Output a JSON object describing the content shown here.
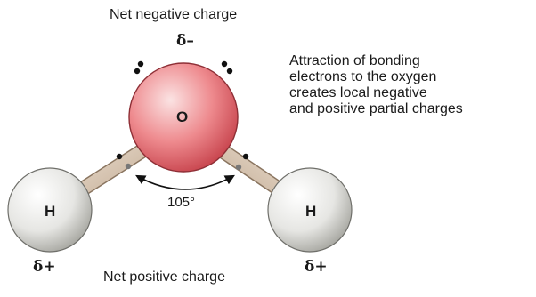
{
  "labels": {
    "net_negative": "Net negative charge",
    "net_positive": "Net positive charge",
    "angle": "105°",
    "delta_minus": "δ–",
    "delta_plus_left": "δ+",
    "delta_plus_right": "δ+",
    "atom_oxygen": "O",
    "atom_hydrogen_left": "H",
    "atom_hydrogen_right": "H"
  },
  "annotation": {
    "lines": [
      "Attraction of bonding",
      "electrons to the oxygen",
      "creates local negative",
      "and positive partial charges"
    ]
  },
  "colors": {
    "oxygen_light": "#fbe3e3",
    "oxygen_mid": "#ee8a8e",
    "oxygen_dark": "#c8454e",
    "hydrogen_light": "#ffffff",
    "hydrogen_mid": "#e6e6e3",
    "hydrogen_dark": "#a9a9a3",
    "bond_light": "#f6ece0",
    "bond_dark": "#b69c82",
    "electron": "#111111",
    "electron_shared": "#777777"
  }
}
